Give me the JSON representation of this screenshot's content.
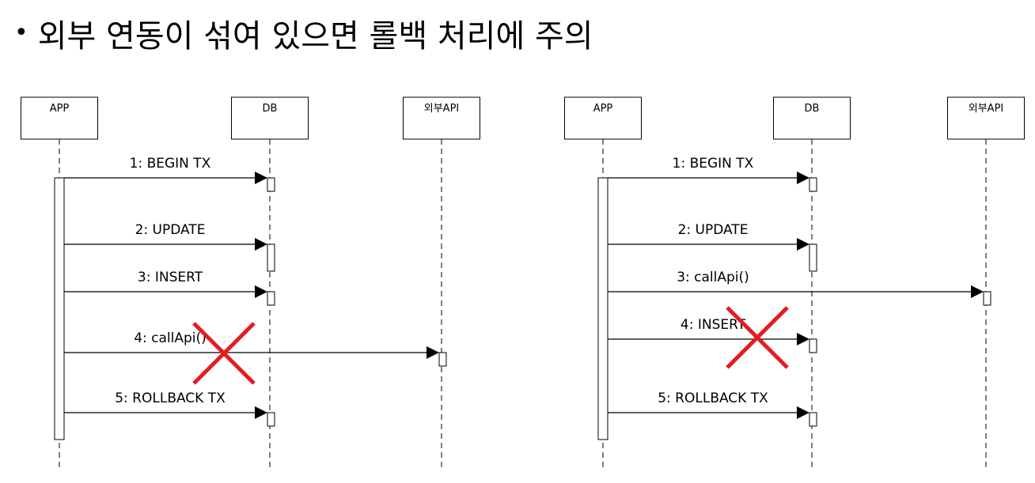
{
  "title": {
    "bullet": "•",
    "text": "외부 연동이 섞여 있으면 롤백 처리에 주의"
  },
  "colors": {
    "line": "#000000",
    "cross": "#e31b23",
    "box_fill": "#ffffff"
  },
  "diagrams": [
    {
      "participants": [
        "APP",
        "DB",
        "외부API"
      ],
      "messages": [
        {
          "label": "1: BEGIN TX",
          "to": "DB"
        },
        {
          "label": "2: UPDATE",
          "to": "DB"
        },
        {
          "label": "3: INSERT",
          "to": "DB"
        },
        {
          "label": "4: callApi()",
          "to": "외부API",
          "failed": true
        },
        {
          "label": "5: ROLLBACK TX",
          "to": "DB"
        }
      ]
    },
    {
      "participants": [
        "APP",
        "DB",
        "외부API"
      ],
      "messages": [
        {
          "label": "1: BEGIN TX",
          "to": "DB"
        },
        {
          "label": "2: UPDATE",
          "to": "DB"
        },
        {
          "label": "3: callApi()",
          "to": "외부API"
        },
        {
          "label": "4: INSERT",
          "to": "DB",
          "failed": true
        },
        {
          "label": "5: ROLLBACK TX",
          "to": "DB"
        }
      ]
    }
  ]
}
